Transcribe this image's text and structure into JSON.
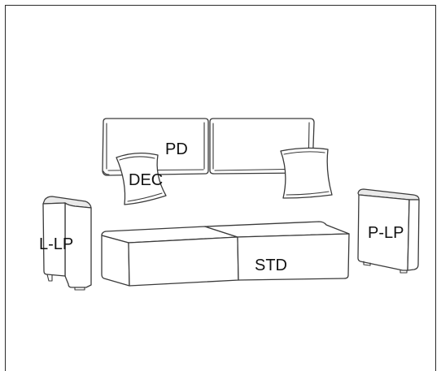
{
  "diagram": {
    "labels": {
      "pd": "PD",
      "dec": "DEC",
      "l_lp": "L-LP",
      "p_lp": "P-LP",
      "std": "STD"
    }
  }
}
